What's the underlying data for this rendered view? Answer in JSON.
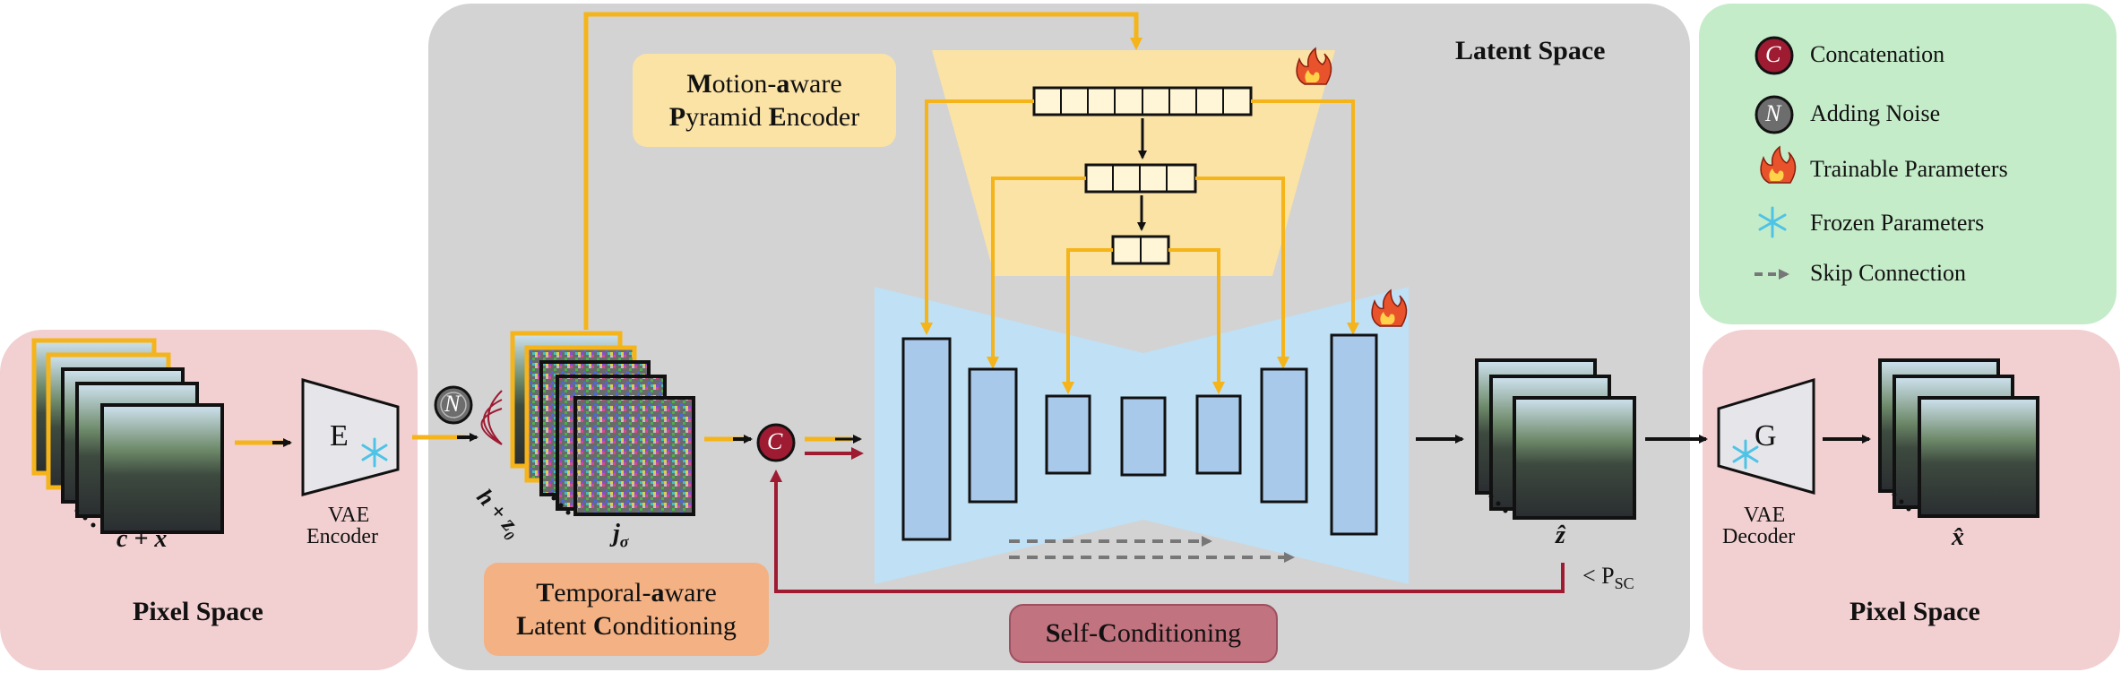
{
  "panels": {
    "pixel_space_left": {
      "label": "Pixel Space",
      "color": "#f2cfd0"
    },
    "latent_space": {
      "label": "Latent Space",
      "color": "#d3d3d3"
    },
    "pixel_space_right": {
      "label": "Pixel Space",
      "color": "#f2cfd0"
    },
    "legend": {
      "color": "#c5ecc9"
    }
  },
  "labels": {
    "input_frames": "c + x",
    "vae_encoder_letter": "E",
    "vae_encoder": [
      "VAE",
      "Encoder"
    ],
    "noisy_latent_h": "h + z",
    "noisy_latent_sub": "0",
    "j_sigma": "j",
    "j_sigma_sub": "σ",
    "output_latent": "ẑ",
    "psc": "< P",
    "psc_sub": "SC",
    "vae_decoder_letter": "G",
    "vae_decoder": [
      "VAE",
      "Decoder"
    ],
    "output_frames": "x̂"
  },
  "modules": {
    "motion_pyramid": {
      "line1_bold": "M",
      "line1_rest": "otion-",
      "line1_bold2": "a",
      "line1_rest2": "ware",
      "line2_bold": "P",
      "line2_rest": "yramid ",
      "line2_bold2": "E",
      "line2_rest2": "ncoder",
      "color": "#fbe3a6"
    },
    "temporal_conditioning": {
      "line1_bold": "T",
      "line1_rest": "emporal-",
      "line1_bold2": "a",
      "line1_rest2": "ware",
      "line2_bold": "L",
      "line2_rest": "atent ",
      "line2_bold2": "C",
      "line2_rest2": "onditioning",
      "color": "#f4b183"
    },
    "self_conditioning": {
      "b1": "S",
      "r1": "elf-",
      "b2": "C",
      "r2": "onditioning",
      "color": "#c1737f"
    }
  },
  "legend": {
    "concatenation": {
      "glyph": "C",
      "label": "Concatenation"
    },
    "adding_noise": {
      "glyph": "N",
      "label": "Adding Noise"
    },
    "trainable": {
      "label": "Trainable Parameters"
    },
    "frozen": {
      "label": "Frozen Parameters"
    },
    "skip": {
      "label": "Skip Connection"
    }
  },
  "colors": {
    "yellow_arrow": "#f4b41a",
    "red_arrow": "#9e1b32",
    "unet_bg": "#bfe0f5",
    "unet_block": "#a9c9ea",
    "pyramid_bg": "#fbe3a6",
    "snowflake": "#4fc3e6",
    "fire": "#e8532b"
  }
}
